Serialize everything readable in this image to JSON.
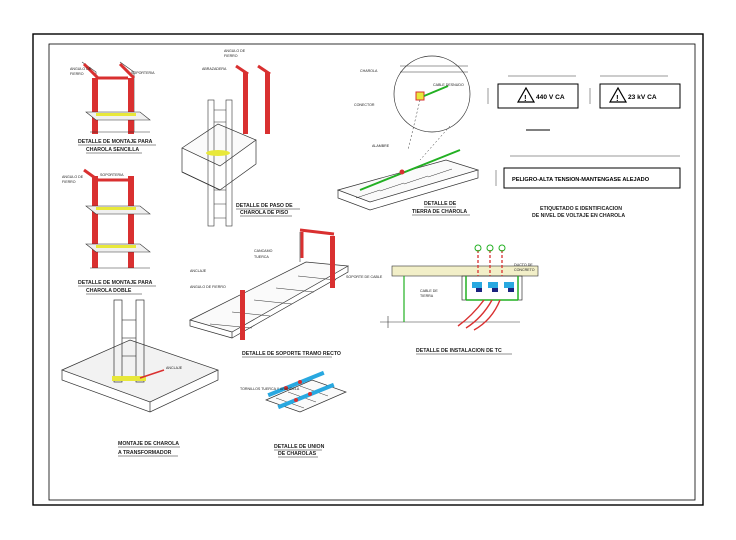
{
  "details": [
    {
      "line1": "DETALLE DE MONTAJE PARA",
      "line2": "CHAROLA SENCILLA"
    },
    {
      "line1": "DETALLE DE MONTAJE PARA",
      "line2": "CHAROLA DOBLE"
    },
    {
      "line1": "MONTAJE DE CHAROLA",
      "line2": "A TRANSFORMADOR"
    },
    {
      "line1": "DETALLE DE PASO DE",
      "line2": "CHAROLA DE PISO"
    },
    {
      "line1": "DETALLE DE SOPORTE TRAMO RECTO",
      "line2": ""
    },
    {
      "line1": "DETALLE DE UNION",
      "line2": "DE CHAROLAS"
    },
    {
      "line1": "DETALLE DE",
      "line2": "TIERRA DE CHAROLA"
    },
    {
      "line1": "DETALLE DE INSTALACION DE TC",
      "line2": ""
    },
    {
      "line1": "ETIQUETADO E IDENTIFICACION",
      "line2": "DE NIVEL DE VOLTAJE EN CHAROLA"
    }
  ],
  "labels": {
    "charola": "CHAROLA",
    "cable_desnudo": "CABLE DESNUDO",
    "conector": "CONECTOR",
    "alambre": "ALAMBRE",
    "volt1": "440 V CA",
    "volt2": "23 kV CA",
    "warning_strip": "PELIGRO-ALTA TENSION-MANTENGASE ALEJADO",
    "angulo_fierro": "ANGULO DE FIERRO",
    "soporteria": "SOPORTERIA",
    "anclaje": "ANCLAJE",
    "soporte_cable": "SOPORTE DE CABLE",
    "tornillos": "TORNILLOS TUERCA Y ARANDELA"
  },
  "colors": {
    "structure": "#d93030",
    "ground": "#22b022",
    "joint": "#29a8e0",
    "highlight": "#e8e83a",
    "line": "#333333"
  }
}
